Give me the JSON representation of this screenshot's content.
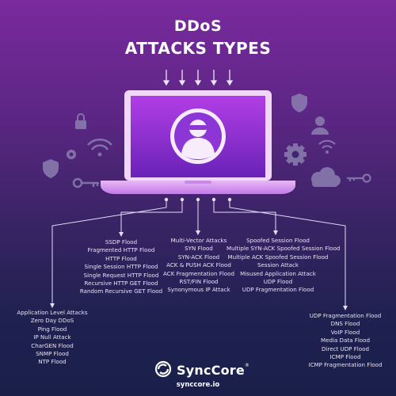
{
  "header": {
    "line1": "DDoS",
    "line2": "ATTACKS TYPES"
  },
  "groups": {
    "application": [
      "Application Level Attacks",
      "Zero Day DDoS",
      "Ping Flood",
      "IP Null Attack",
      "CharGEN Flood",
      "SNMP Flood",
      "NTP Flood"
    ],
    "http": [
      "SSDP Flood",
      "Fragmented HTTP Flood",
      "HTTP Flood",
      "Single Session HTTP Flood",
      "Single Request HTTP Flood",
      "Recursive HTTP GET Flood",
      "Random Recursive GET Flood"
    ],
    "multivector": [
      "Multi-Vector Attacks",
      "SYN Flood",
      "SYN-ACK Flood",
      "ACK & PUSH ACK Flood",
      "ACK Fragmentation Flood",
      "RST/FIN Flood",
      "Synonymous IP Attack"
    ],
    "spoofed": [
      "Spoofed Session Flood",
      "Multiple SYN-ACK Spoofed Session Flood",
      "Multiple ACK Spoofed Session Flood",
      "Session Attack",
      "Misused Application Attack",
      "UDP Flood",
      "UDP Fragmentation Flood"
    ],
    "udp": [
      "UDP Fragmentation Flood",
      "DNS Flood",
      "VoIP Flood",
      "Media Data Flood",
      "Direct UDP Flood",
      "ICMP Flood",
      "ICMP Fragmentation Flood"
    ]
  },
  "footer": {
    "brand": "SyncCore",
    "trademark": "®",
    "url": "synccore.io"
  },
  "colors": {
    "accent": "#b23be8",
    "screen": "#8a2fd4",
    "line": "#e6dcf5",
    "icon": "#8b7fb0"
  },
  "icons": [
    "lock-icon",
    "wifi-icon",
    "shield-icon",
    "gear-icon",
    "key-icon",
    "cloud-icon",
    "user-icon",
    "hacker-icon"
  ]
}
